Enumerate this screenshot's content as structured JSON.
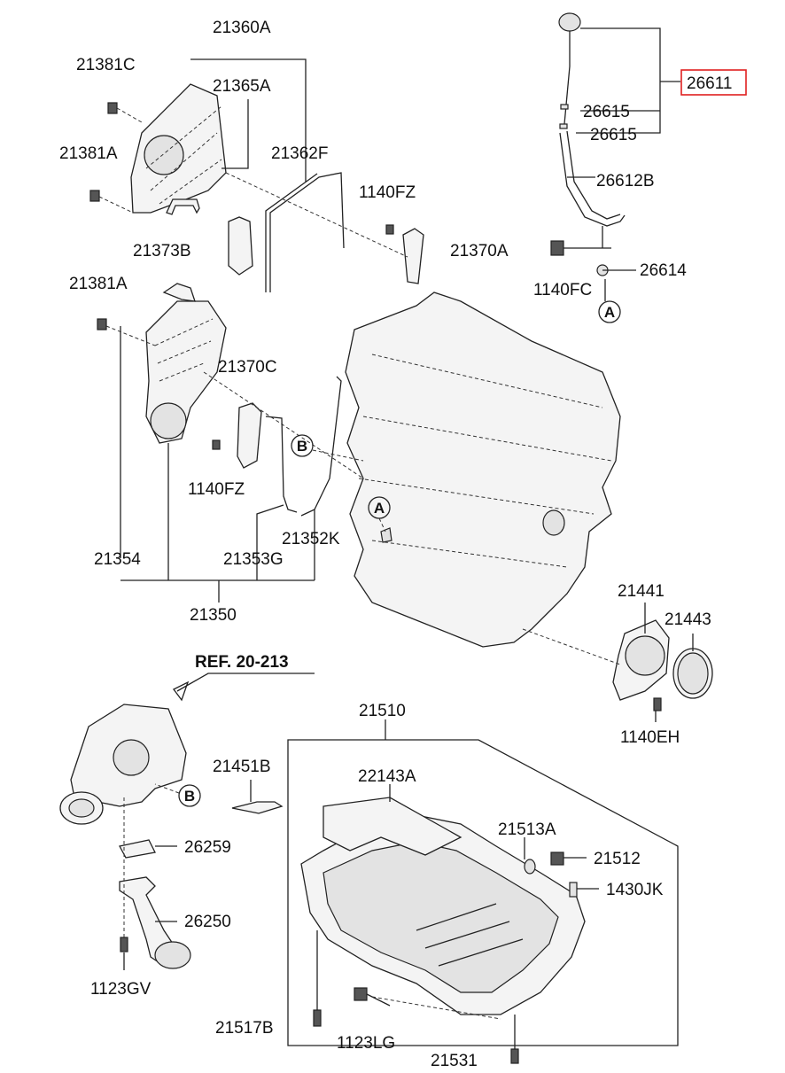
{
  "callouts": {
    "p21360A": "21360A",
    "p21381C": "21381C",
    "p21365A": "21365A",
    "p21381A_top": "21381A",
    "p21362F": "21362F",
    "p1140FZ_top": "1140FZ",
    "p21373B": "21373B",
    "p21370A": "21370A",
    "p21381A_mid": "21381A",
    "p21370C": "21370C",
    "p1140FZ_mid": "1140FZ",
    "p21354": "21354",
    "p21353G": "21353G",
    "p21352K": "21352K",
    "p21350": "21350",
    "p26611": "26611",
    "p26615a": "26615",
    "p26615b": "26615",
    "p26612B": "26612B",
    "p26614": "26614",
    "p1140FC": "1140FC",
    "p21441": "21441",
    "p21443": "21443",
    "p1140EH": "1140EH",
    "ref": "REF. 20-213",
    "p21451B": "21451B",
    "p26259": "26259",
    "p26250": "26250",
    "p1123GV": "1123GV",
    "p21510": "21510",
    "p22143A": "22143A",
    "p21513A": "21513A",
    "p21512": "21512",
    "p1430JK": "1430JK",
    "p21517B": "21517B",
    "p1123LG": "1123LG",
    "p21531": "21531"
  },
  "markers": {
    "a1": "A",
    "a2": "A",
    "b1": "B",
    "b2": "B"
  },
  "highlight_color": "#e02020",
  "highlighted_part": "26611"
}
